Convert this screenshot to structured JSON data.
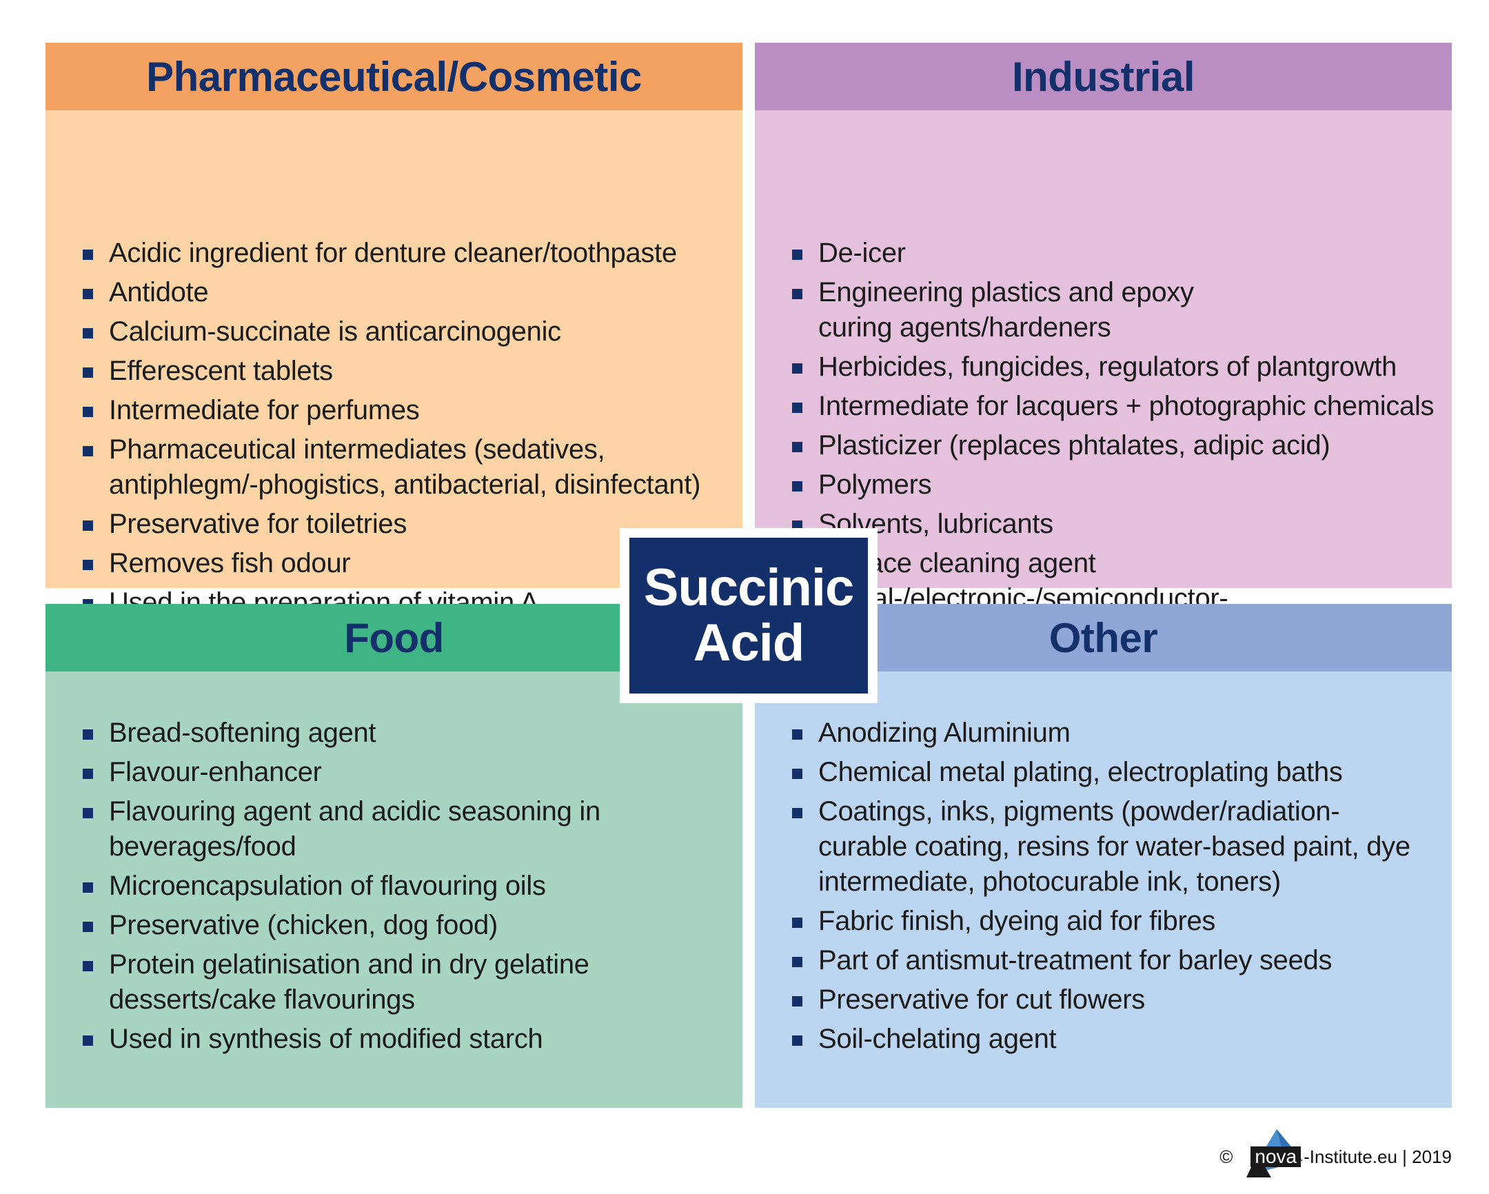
{
  "center": {
    "line1": "Succinic",
    "line2": "Acid"
  },
  "quadrants": {
    "pharma": {
      "title": "Pharmaceutical/Cosmetic",
      "header_color": "#f3a262",
      "body_color": "#fcd4a5",
      "items": [
        "Acidic ingredient for denture cleaner/toothpaste",
        "Antidote",
        "Calcium-succinate is anticarcinogenic",
        "Efferescent tablets",
        "Intermediate for perfumes",
        "Pharmaceutical intermediates (sedatives, antiphlegm/-phogistics, antibacterial, disinfectant)",
        "Preservative for toiletries",
        "Removes fish odour",
        "Used in the preparation of vitamin A"
      ]
    },
    "industrial": {
      "title": "Industrial",
      "header_color": "#ba8ec2",
      "body_color": "#e5c1de",
      "items": [
        "De-icer",
        "Engineering plastics and epoxy curing agents/hardeners",
        "Herbicides, fungicides, regulators of plantgrowth",
        "Intermediate for lacquers + photographic chemicals",
        "Plasticizer (replaces phtalates, adipic acid)",
        "Polymers",
        "Solvents, lubricants",
        "Surface cleaning agent (metal-/electronic-/semiconductor-industry)"
      ]
    },
    "food": {
      "title": "Food",
      "header_color": "#3fb586",
      "body_color": "#a7d5c2",
      "items": [
        "Bread-softening agent",
        "Flavour-enhancer",
        "Flavouring agent and acidic seasoning in beverages/food",
        "Microencapsulation of flavouring oils",
        "Preservative (chicken, dog food)",
        "Protein gelatinisation and in dry gelatine desserts/cake flavourings",
        "Used in synthesis of modified starch"
      ]
    },
    "other": {
      "title": "Other",
      "header_color": "#8fa7d6",
      "body_color": "#bcd5f0",
      "items": [
        "Anodizing Aluminium",
        "Chemical metal plating, electroplating baths",
        "Coatings, inks, pigments (powder/radiation-curable coating, resins for water-based paint, dye intermediate, photocurable ink, toners)",
        "Fabric finish, dyeing aid for fibres",
        "Part of antismut-treatment for barley seeds",
        "Preservative for cut flowers",
        "Soil-chelating agent"
      ]
    }
  },
  "footer": {
    "copyright": "©",
    "logo_text": "nova",
    "suffix": "-Institute.eu | 2019"
  }
}
